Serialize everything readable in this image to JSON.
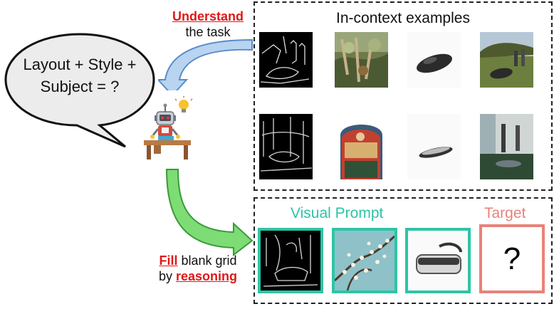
{
  "top_caption": {
    "highlight": "Understand",
    "rest": "the task"
  },
  "bubble": {
    "line1": "Layout + Style +",
    "line2": "Subject = ?"
  },
  "bottom_caption": {
    "highlight1": "Fill",
    "mid": "blank grid",
    "prefix2": "by",
    "highlight2": "reasoning"
  },
  "context_panel": {
    "title": "In-context examples"
  },
  "prompt_panel": {
    "visual_prompt_title": "Visual Prompt",
    "target_title": "Target",
    "target_symbol": "?"
  },
  "colors": {
    "accent_red": "#e01818",
    "teal": "#2ec4a6",
    "salmon": "#e8827a",
    "blue_arrow": "#b9d4f0",
    "green_arrow": "#7ddc74"
  }
}
